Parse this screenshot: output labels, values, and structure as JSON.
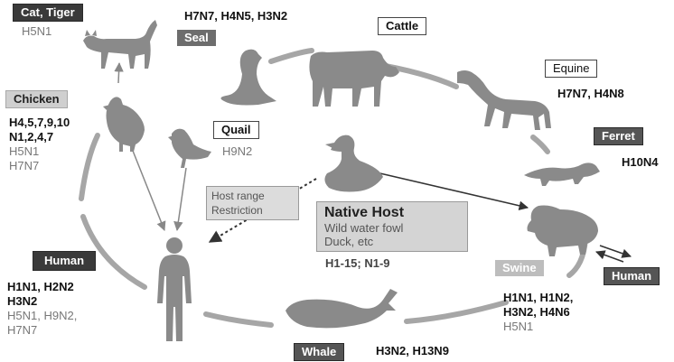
{
  "hosts": {
    "cat_tiger": {
      "label": "Cat, Tiger",
      "subtypes": [
        "H5N1"
      ]
    },
    "seal": {
      "label": "Seal",
      "subtypes": [
        "H7N7, H4N5, H3N2"
      ]
    },
    "cattle": {
      "label": "Cattle"
    },
    "equine": {
      "label": "Equine",
      "subtypes": [
        "H7N7, H4N8"
      ]
    },
    "chicken": {
      "label": "Chicken",
      "subtypes_bold": [
        "H4,5,7,9,10",
        "N1,2,4,7"
      ],
      "subtypes_grey": [
        "H5N1",
        "H7N7"
      ]
    },
    "quail": {
      "label": "Quail",
      "subtypes": [
        "H9N2"
      ]
    },
    "ferret": {
      "label": "Ferret",
      "subtypes": [
        "H10N4"
      ]
    },
    "human_left": {
      "label": "Human",
      "subtypes_bold": [
        "H1N1, H2N2",
        "H3N2"
      ],
      "subtypes_grey": [
        "H5N1, H9N2,",
        "H7N7"
      ]
    },
    "swine": {
      "label": "Swine",
      "subtypes_bold": [
        "H1N1, H1N2,",
        "H3N2, H4N6"
      ],
      "subtypes_grey": [
        "H5N1"
      ]
    },
    "human_right": {
      "label": "Human"
    },
    "whale": {
      "label": "Whale",
      "subtypes": [
        "H3N2, H13N9"
      ]
    }
  },
  "native_host": {
    "title": "Native Host",
    "lines": [
      "Wild water fowl",
      "Duck, etc"
    ],
    "subtypes": "H1-15; N1-9"
  },
  "host_range": {
    "lines": [
      "Host range",
      "Restriction"
    ]
  },
  "colors": {
    "silhouette": "#8a8a8a",
    "circle": "#a6a6a6",
    "dark_box": "#3a3a3a",
    "light_box": "#cfcfcf"
  }
}
